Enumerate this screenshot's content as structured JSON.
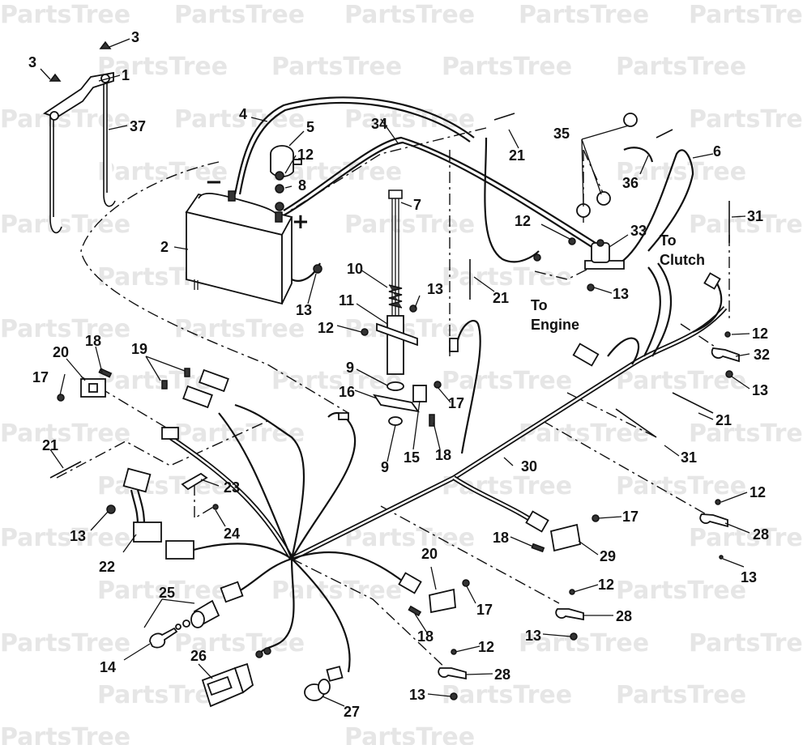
{
  "watermark": "PartsTree",
  "terminal_negative": "−",
  "terminal_positive": "+",
  "notes": {
    "to_clutch_line1": "To",
    "to_clutch_line2": "Clutch",
    "to_engine_line1": "To",
    "to_engine_line2": "Engine"
  },
  "callouts": [
    {
      "id": "1",
      "text": "1"
    },
    {
      "id": "2",
      "text": "2"
    },
    {
      "id": "3a",
      "text": "3"
    },
    {
      "id": "3b",
      "text": "3"
    },
    {
      "id": "4",
      "text": "4"
    },
    {
      "id": "5",
      "text": "5"
    },
    {
      "id": "6",
      "text": "6"
    },
    {
      "id": "7",
      "text": "7"
    },
    {
      "id": "8",
      "text": "8"
    },
    {
      "id": "9a",
      "text": "9"
    },
    {
      "id": "9b",
      "text": "9"
    },
    {
      "id": "10",
      "text": "10"
    },
    {
      "id": "11",
      "text": "11"
    },
    {
      "id": "12a",
      "text": "12"
    },
    {
      "id": "12b",
      "text": "12"
    },
    {
      "id": "12c",
      "text": "12"
    },
    {
      "id": "12d",
      "text": "12"
    },
    {
      "id": "12e",
      "text": "12"
    },
    {
      "id": "12f",
      "text": "12"
    },
    {
      "id": "12g",
      "text": "12"
    },
    {
      "id": "13a",
      "text": "13"
    },
    {
      "id": "13b",
      "text": "13"
    },
    {
      "id": "13c",
      "text": "13"
    },
    {
      "id": "13d",
      "text": "13"
    },
    {
      "id": "13e",
      "text": "13"
    },
    {
      "id": "13f",
      "text": "13"
    },
    {
      "id": "13g",
      "text": "13"
    },
    {
      "id": "13h",
      "text": "13"
    },
    {
      "id": "14",
      "text": "14"
    },
    {
      "id": "15",
      "text": "15"
    },
    {
      "id": "16",
      "text": "16"
    },
    {
      "id": "17a",
      "text": "17"
    },
    {
      "id": "17b",
      "text": "17"
    },
    {
      "id": "17c",
      "text": "17"
    },
    {
      "id": "17d",
      "text": "17"
    },
    {
      "id": "18a",
      "text": "18"
    },
    {
      "id": "18b",
      "text": "18"
    },
    {
      "id": "18c",
      "text": "18"
    },
    {
      "id": "18d",
      "text": "18"
    },
    {
      "id": "19",
      "text": "19"
    },
    {
      "id": "20a",
      "text": "20"
    },
    {
      "id": "20b",
      "text": "20"
    },
    {
      "id": "21a",
      "text": "21"
    },
    {
      "id": "21b",
      "text": "21"
    },
    {
      "id": "21c",
      "text": "21"
    },
    {
      "id": "21d",
      "text": "21"
    },
    {
      "id": "22",
      "text": "22"
    },
    {
      "id": "23",
      "text": "23"
    },
    {
      "id": "24",
      "text": "24"
    },
    {
      "id": "25",
      "text": "25"
    },
    {
      "id": "26",
      "text": "26"
    },
    {
      "id": "27",
      "text": "27"
    },
    {
      "id": "28a",
      "text": "28"
    },
    {
      "id": "28b",
      "text": "28"
    },
    {
      "id": "28c",
      "text": "28"
    },
    {
      "id": "29",
      "text": "29"
    },
    {
      "id": "30",
      "text": "30"
    },
    {
      "id": "31a",
      "text": "31"
    },
    {
      "id": "31b",
      "text": "31"
    },
    {
      "id": "32",
      "text": "32"
    },
    {
      "id": "33",
      "text": "33"
    },
    {
      "id": "34",
      "text": "34"
    },
    {
      "id": "35",
      "text": "35"
    },
    {
      "id": "36",
      "text": "36"
    },
    {
      "id": "37",
      "text": "37"
    }
  ]
}
